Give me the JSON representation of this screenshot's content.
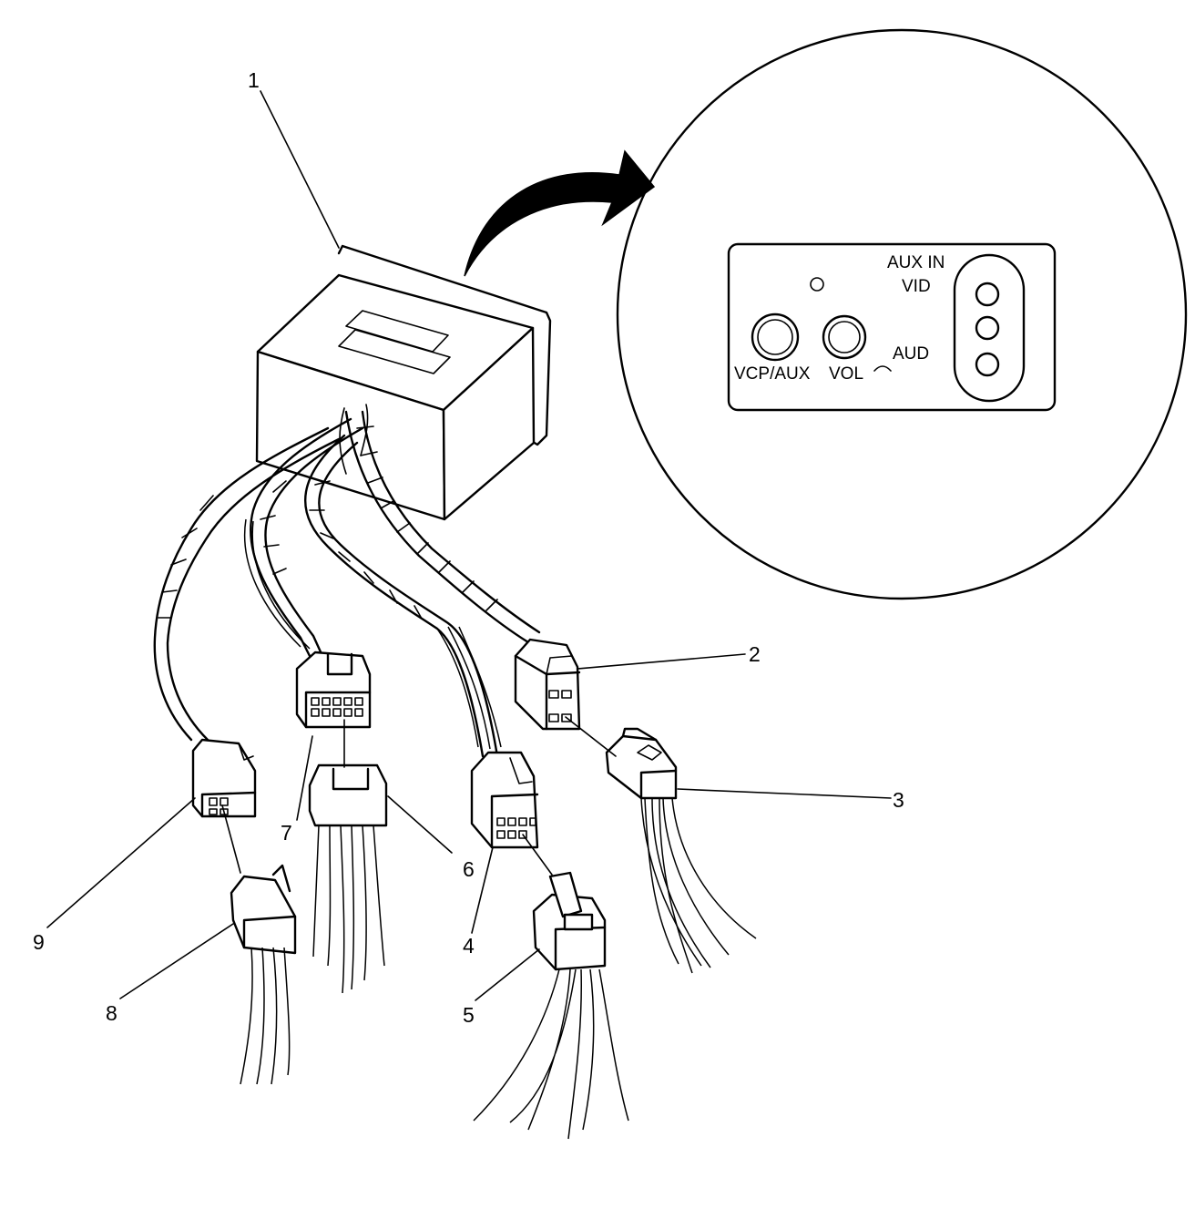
{
  "callouts": {
    "c1": "1",
    "c2": "2",
    "c3": "3",
    "c4": "4",
    "c5": "5",
    "c6": "6",
    "c7": "7",
    "c8": "8",
    "c9": "9"
  },
  "panel": {
    "aux_in": "AUX IN",
    "vid": "VID",
    "aud": "AUD",
    "vcp_aux": "VCP/AUX",
    "vol": "VOL"
  }
}
